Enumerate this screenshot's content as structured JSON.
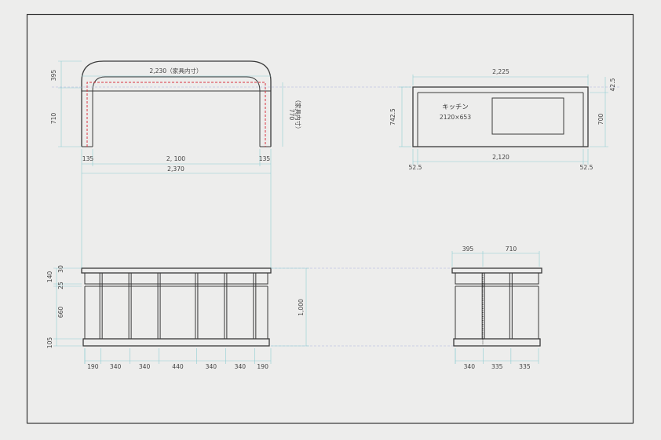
{
  "colors": {
    "background": "#ededec",
    "line": "#3a3a3a",
    "dimension": "#8fcdd3",
    "guide": "#a8b4dd",
    "inner": "#d9333f"
  },
  "elevation_view": {
    "width_inner": "2,230（家具内寸）",
    "height_top": "395",
    "height_main": "710",
    "height_inner": "770",
    "height_inner_note": "（家具内寸）",
    "side_left": "135",
    "side_right": "135",
    "middle": "2, 100",
    "total": "2,370"
  },
  "kitchen_view": {
    "width_top": "2,225",
    "height_right_top": "42.5",
    "height_left": "742.5",
    "height_right": "700",
    "label": "キッチン",
    "size": "2120×653",
    "width_bottom": "2,120",
    "margin_left": "52.5",
    "margin_right": "52.5"
  },
  "front_view": {
    "left_dims": [
      "30",
      "140",
      "25",
      "660",
      "105"
    ],
    "height_total": "1,000",
    "column_widths": [
      "190",
      "340",
      "340",
      "440",
      "340",
      "340",
      "190"
    ]
  },
  "side_view": {
    "top_dims": [
      "395",
      "710"
    ],
    "bottom_dims": [
      "340",
      "335",
      "335"
    ]
  }
}
